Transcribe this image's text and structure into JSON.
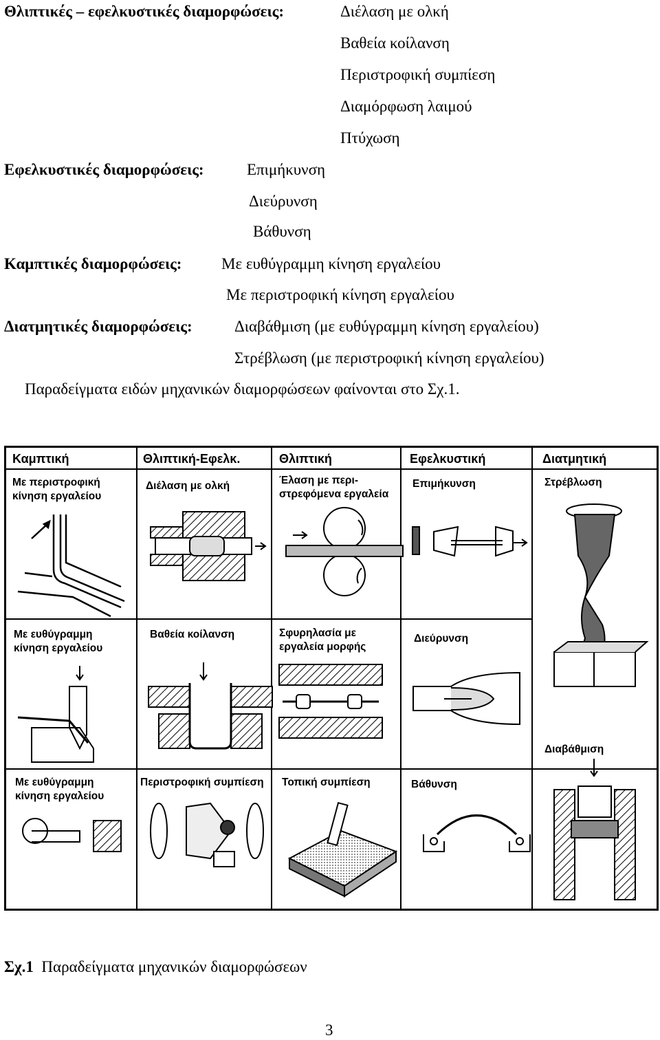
{
  "lines": {
    "l1_head": "Θλιπτικές – εφελκυστικές διαμορφώσεις:",
    "l1_a": "Διέλαση με ολκή",
    "l1_b": "Βαθεία κοίλανση",
    "l1_c": "Περιστροφική συμπίεση",
    "l1_d": "Διαμόρφωση λαιμού",
    "l1_e": "Πτύχωση",
    "l2_head": "Εφελκυστικές διαμορφώσεις:",
    "l2_a": "Επιμήκυνση",
    "l2_b": "Διεύρυνση",
    "l2_c": "Βάθυνση",
    "l3_head": "Καμπτικές διαμορφώσεις:",
    "l3_a": "Με ευθύγραμμη κίνηση εργαλείου",
    "l3_b": "Με περιστροφική κίνηση εργαλείου",
    "l4_head": "Διατμητικές διαμορφώσεις:",
    "l4_a": "Διαβάθμιση  (με ευθύγραμμη κίνηση εργαλείου)",
    "l4_b": "Στρέβλωση  (με περιστροφική κίνηση εργαλείου)",
    "para": "Παραδείγματα ειδών μηχανικών διαμορφώσεων φαίνονται στο Σχ.1."
  },
  "figure": {
    "headers": [
      "Καμπτική",
      "Θλιπτική-Εφελκ.",
      "Θλιπτική",
      "Εφελκυστική",
      "Διατμητική"
    ],
    "row1": {
      "c1_l1": "Με περιστροφική",
      "c1_l2": "κίνηση εργαλείου",
      "c2": "Διέλαση με ολκή",
      "c3_l1": "Έλαση με περι-",
      "c3_l2": "στρεφόμενα εργαλεία",
      "c4": "Επιμήκυνση",
      "c5": "Στρέβλωση"
    },
    "row2": {
      "c1_l1": "Με ευθύγραμμη",
      "c1_l2": "κίνηση εργαλείου",
      "c2": "Βαθεία κοίλανση",
      "c3_l1": "Σφυρηλασία με",
      "c3_l2": "εργαλεία μορφής",
      "c4": "Διεύρυνση"
    },
    "row3": {
      "c1_l1": "Με ευθύγραμμη",
      "c1_l2": "κίνηση εργαλείου",
      "c2": "Περιστροφική συμπίεση",
      "c3": "Τοπική συμπίεση",
      "c4": "Βάθυνση",
      "c5": "Διαβάθμιση"
    }
  },
  "caption": {
    "num": "Σχ.1",
    "text": "Παραδείγματα μηχανικών διαμορφώσεων"
  },
  "page_number": "3"
}
